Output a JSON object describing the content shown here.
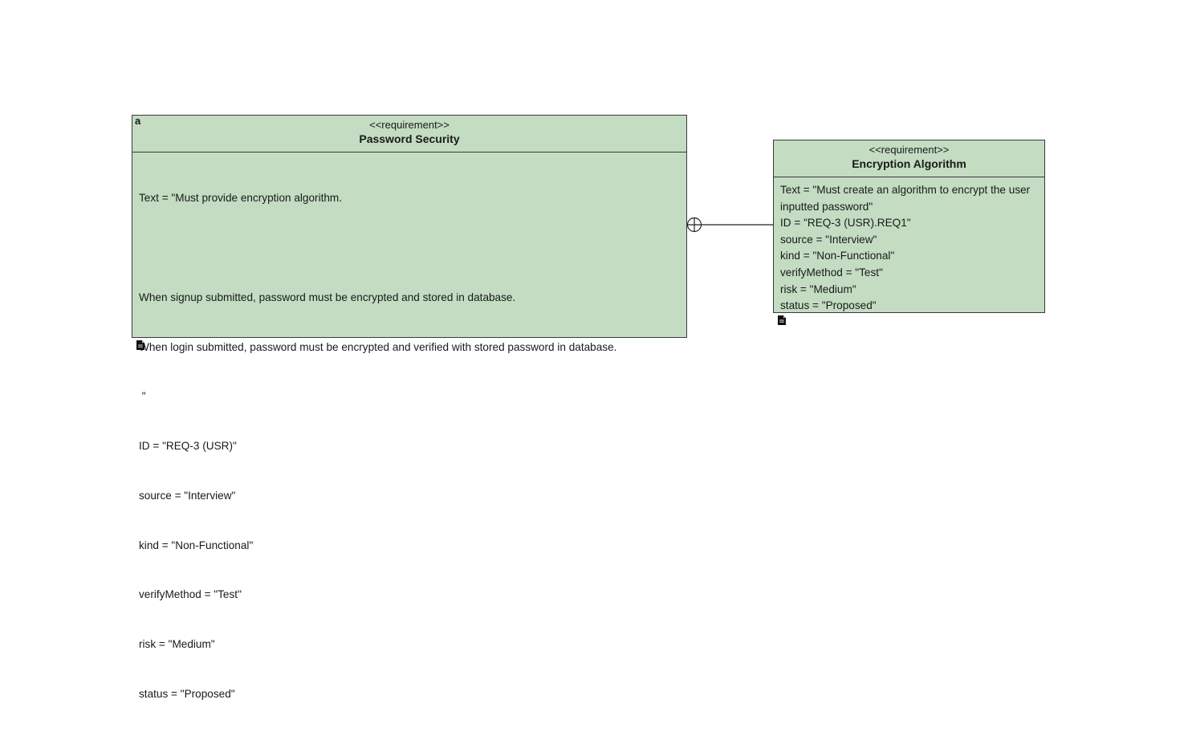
{
  "diagram": {
    "blocks": [
      {
        "corner_mark": "a",
        "stereotype": "<<requirement>>",
        "name": "Password Security",
        "lines": [
          "Text = \"Must provide encryption algorithm.",
          "",
          "When signup submitted, password must be encrypted and stored in database.",
          "When login submitted, password must be encrypted and verified with stored password in database.",
          " \"",
          "ID = \"REQ-3 (USR)\"",
          "source = \"Interview\"",
          "kind = \"Non-Functional\"",
          "verifyMethod = \"Test\"",
          "risk = \"Medium\"",
          "status = \"Proposed\""
        ],
        "icon": "document-icon"
      },
      {
        "stereotype": "<<requirement>>",
        "name": "Encryption Algorithm",
        "lines": [
          "Text = \"Must create an algorithm to encrypt the user inputted password\"",
          "ID = \"REQ-3 (USR).REQ1\"",
          "source = \"Interview\"",
          "kind = \"Non-Functional\"",
          "verifyMethod = \"Test\"",
          "risk = \"Medium\"",
          "status = \"Proposed\""
        ],
        "icon": "document-icon"
      }
    ],
    "relationship": {
      "type": "containment",
      "icon": "containment-crosshair-icon"
    },
    "colors": {
      "block_fill": "#c3dcc2",
      "block_border": "#3a3a3a"
    }
  }
}
